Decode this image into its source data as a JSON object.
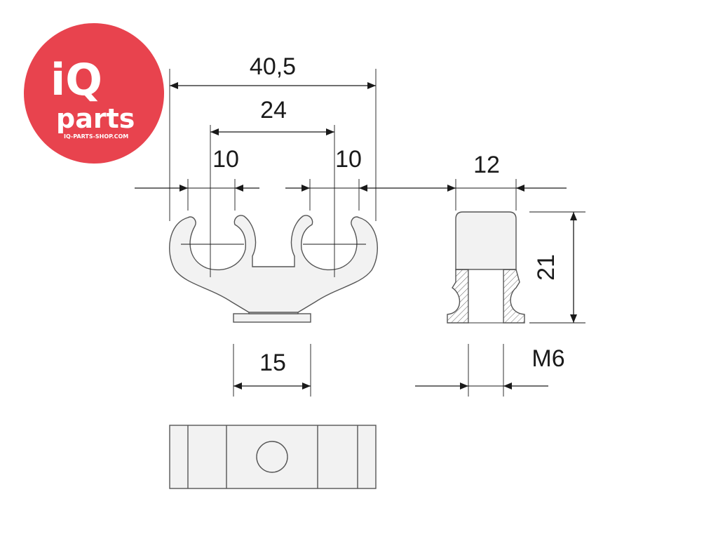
{
  "logo": {
    "brand_iq": "iQ",
    "brand_parts": "parts",
    "url": "IQ-PARTS-SHOP.COM",
    "color": "#e8434e"
  },
  "dimensions": {
    "total_width": "40,5",
    "center_distance": "24",
    "left_slot": "10",
    "right_slot": "10",
    "side_width": "12",
    "height": "21",
    "base_width": "15",
    "thread": "M6"
  },
  "colors": {
    "line": "#1a1a1a",
    "part_fill": "#f2f2f2",
    "part_stroke": "#555555"
  }
}
